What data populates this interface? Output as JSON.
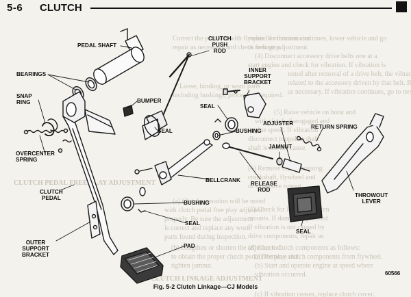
{
  "header": {
    "section": "5-6",
    "title": "CLUTCH"
  },
  "background_text": {
    "right_column": [
      "repair. If vibration continues, lower vehicle and go",
      "to next step.",
      "(4) Disconnect accessory drive belts one at a",
      "start engine and check for vibration. If vibration is",
      "noted after removal of a drive belt, the vibration is",
      "related to the accessory driven by that belt. Repair",
      "as necessary. If vibration continues, go to next step.",
      "(5) Raise vehicle on hoist and",
      "with clutch disengaged and",
      "engine speed. If vibration",
      "disconnect propeller shaft",
      "shaft is not the cause.",
      "(6) Remove clutch housing.",
      "crankshaft, flywheel and",
      "or excessive runout.",
      "(7) Check for loose or broken",
      "mounts. If damaged, proceed",
      "If vibration is not caused by",
      "drive components, repair as",
      "(8) Check clutch components as follows:",
      "(a) Remove clutch components from flywheel.",
      "(b) Start and operate engine at speed where",
      "vibration occurred.",
      "(c) If vibration ceases, replace clutch cover."
    ],
    "left_column": [
      "Correct the problem with flywheel or transmission",
      "repair as necessary and check linkage adjustment.",
      "Loose, binding, or worn parts",
      "including bushings, proceed as required.",
      "CLUTCH PEDAL FREE PLAY ADJUSTMENT",
      "(a) Clutch operation will be noted",
      "with clutch pedal free play adjusted",
      "properly. Be sure the adjustment",
      "is correct and replace any worn",
      "parts found during inspection.",
      "(b) Lengthen or shorten the adjuster rod",
      "to obtain the proper clutch pedal free play and",
      "tighten jamnut."
    ],
    "left_heading": "CLUTCH PEDAL FREE PLAY ADJUSTMENT",
    "bottom_heading": "CLUTCH LINKAGE ADJUSTMENT"
  },
  "labels": {
    "pedal_shaft": "PEDAL SHAFT",
    "clutch_push_rod": [
      "CLUTCH",
      "PUSH",
      "ROD"
    ],
    "bearings": "BEARINGS",
    "inner_support_bracket": [
      "INNER",
      "SUPPORT",
      "BRACKET"
    ],
    "snap_ring": [
      "SNAP",
      "RING"
    ],
    "bumper": "BUMPER",
    "seal_upper": "SEAL",
    "return_spring": "RETURN SPRING",
    "seal_middle": "SEAL",
    "bushing_upper": "BUSHING",
    "adjuster": "ADJUSTER",
    "overcenter_spring": [
      "OVERCENTER",
      "SPRING"
    ],
    "jamnut": "JAMNUT",
    "bellcrank": "BELLCRANK",
    "clutch_pedal": [
      "CLUTCH",
      "PEDAL"
    ],
    "release_rod": [
      "RELEASE",
      "ROD"
    ],
    "throwout_lever": [
      "THROWOUT",
      "LEVER"
    ],
    "bushing_lower": "BUSHING",
    "seal_lower": "SEAL",
    "seal_right": "SEAL",
    "outer_support_bracket": [
      "OUTER",
      "SUPPORT",
      "BRACKET"
    ],
    "pad": "PAD"
  },
  "caption": "Fig. 5-2   Clutch Linkage—CJ Models",
  "figure_number": "60566"
}
